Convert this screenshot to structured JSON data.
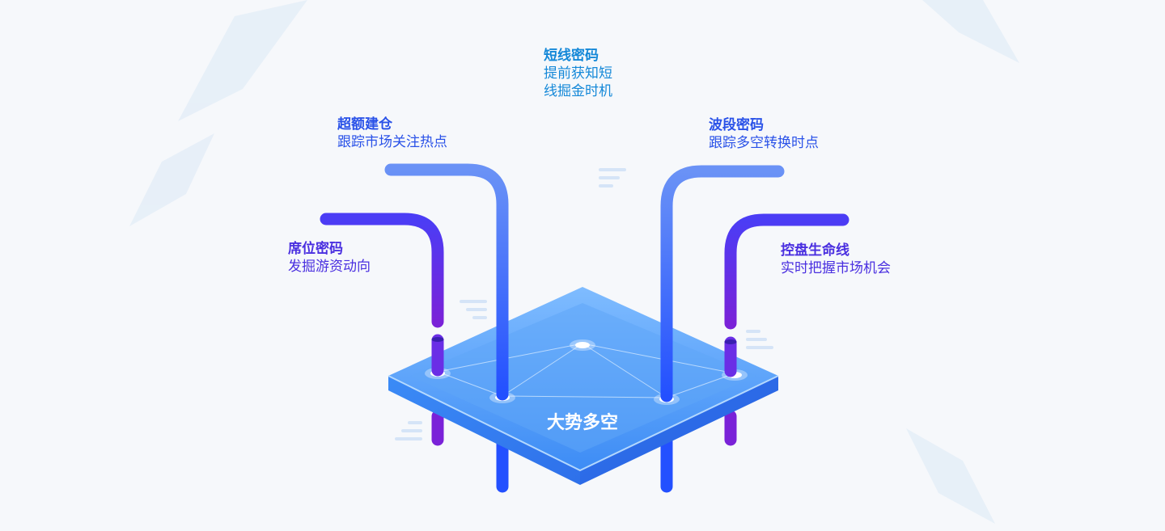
{
  "center": {
    "title": "大势多空"
  },
  "items": [
    {
      "title": "席位密码",
      "lines": [
        "发掘游资动向"
      ]
    },
    {
      "title": "超额建仓",
      "lines": [
        "跟踪市场关注热点"
      ]
    },
    {
      "title": "短线密码",
      "lines": [
        "提前获知短",
        "线掘金时机"
      ]
    },
    {
      "title": "波段密码",
      "lines": [
        "跟踪多空转换时点"
      ]
    },
    {
      "title": "控盘生命线",
      "lines": [
        "实时把握市场机会"
      ]
    }
  ],
  "colors": {
    "background": "#f6f8fb",
    "platform_top": "#5aa6f7",
    "platform_side": "#2f7df0",
    "pipe_purple": "#6a2ee6",
    "pipe_blue": "#2f5bff",
    "pipe_sky": "#0a8fe6",
    "text_purple": "#4a2fe0",
    "text_blue": "#2a52e8",
    "text_sky": "#1488d8"
  }
}
